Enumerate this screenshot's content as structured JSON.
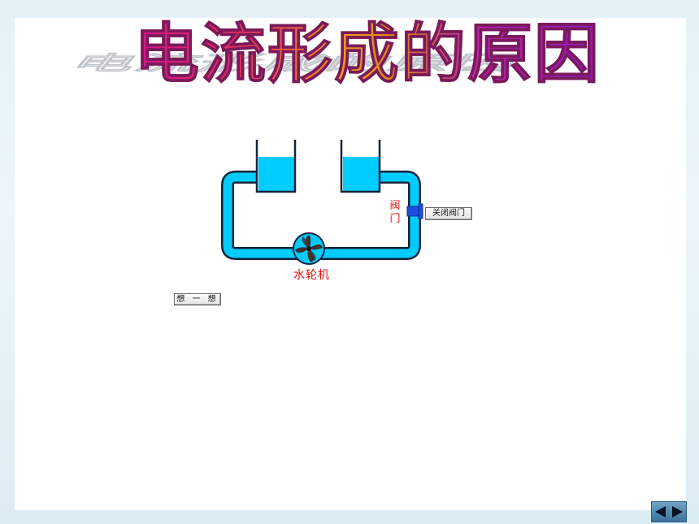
{
  "title": "电流形成的原因",
  "diagram": {
    "valve_label": "阀门",
    "turbine_label": "水轮机",
    "water_color": "#00ccff",
    "valve_color": "#1d4fe0"
  },
  "buttons": {
    "close_valve": "关闭阀门",
    "think": "想 一 想"
  },
  "nav": {
    "prev_icon": "triangle-left-icon",
    "next_icon": "triangle-right-icon"
  }
}
